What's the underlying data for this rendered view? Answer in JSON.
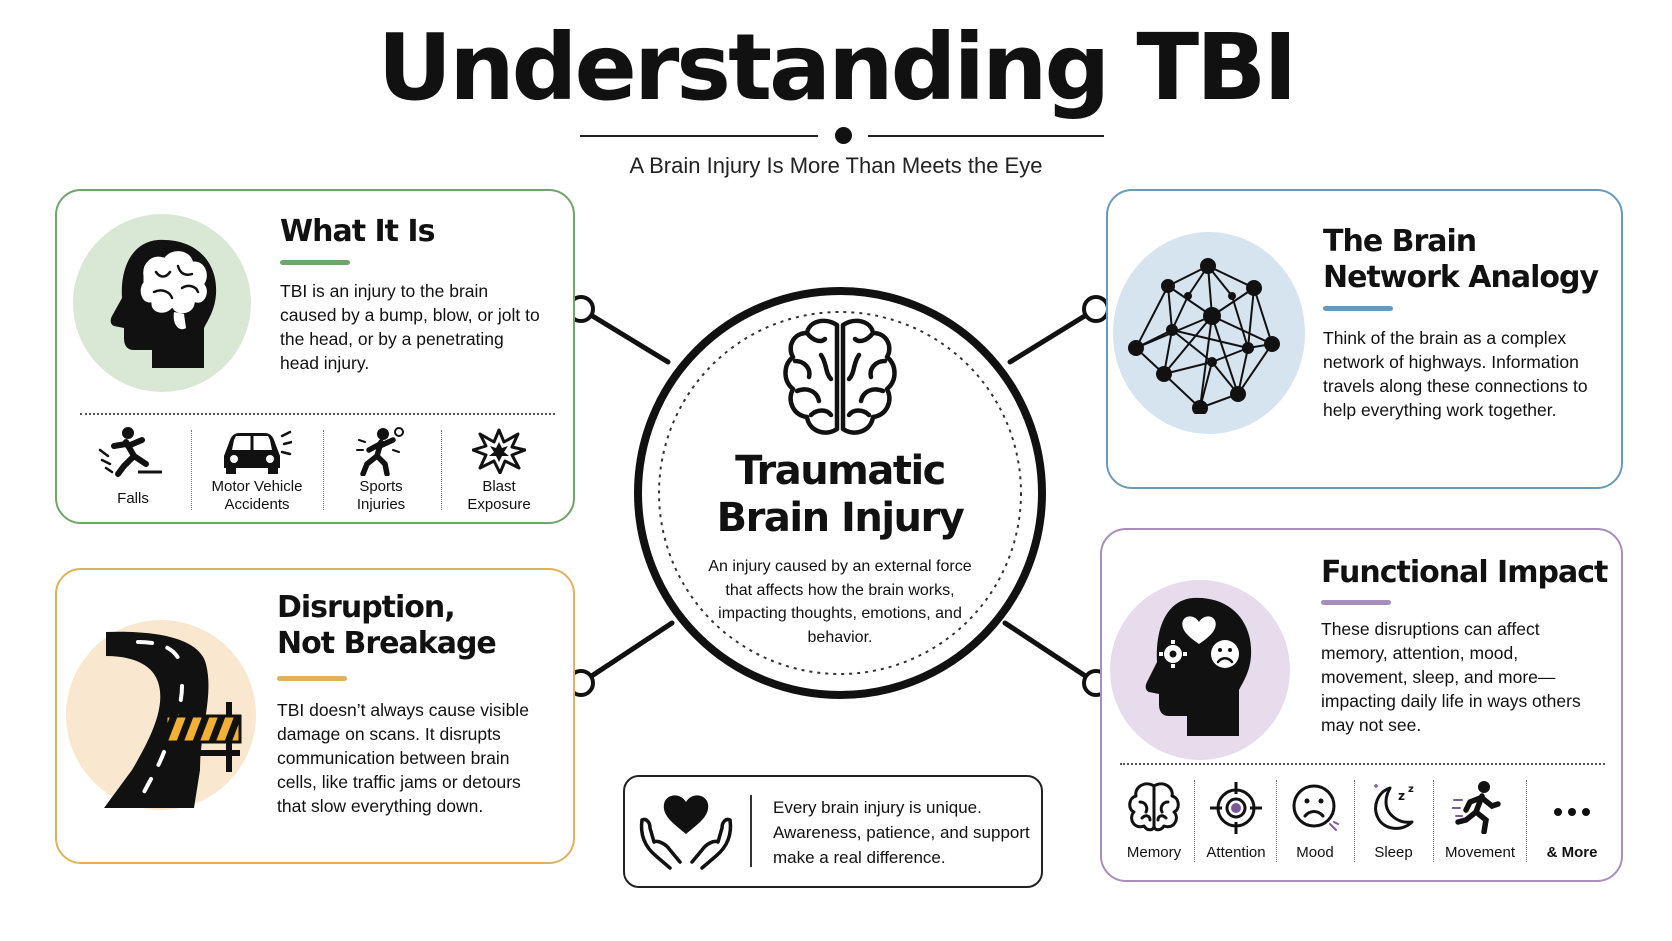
{
  "header": {
    "title": "Understanding TBI",
    "subtitle": "A Brain Injury Is More Than Meets the Eye"
  },
  "center": {
    "title_line1": "Traumatic",
    "title_line2": "Brain Injury",
    "description": "An injury caused by an external force that affects how the brain works, impacting thoughts, emotions, and behavior."
  },
  "what_it_is": {
    "title": "What It Is",
    "body": "TBI is an injury to the brain caused by a bump, blow, or jolt to the head, or by a penetrating head injury.",
    "causes": [
      {
        "line1": "Falls",
        "line2": ""
      },
      {
        "line1": "Motor Vehicle",
        "line2": "Accidents"
      },
      {
        "line1": "Sports",
        "line2": "Injuries"
      },
      {
        "line1": "Blast",
        "line2": "Exposure"
      }
    ]
  },
  "network": {
    "title_line1": "The Brain",
    "title_line2": "Network Analogy",
    "body": "Think of the brain as a complex network of highways. Information travels along these connections to help everything work together."
  },
  "disruption": {
    "title_line1": "Disruption,",
    "title_line2": "Not Breakage",
    "body": "TBI doesn’t always cause visible damage on scans. It disrupts communication between brain cells, like traffic jams or detours that slow everything down."
  },
  "impact": {
    "title": "Functional Impact",
    "body": "These disruptions can affect memory, attention, mood, movement, sleep, and more—impacting daily life in ways others may not see.",
    "areas": [
      "Memory",
      "Attention",
      "Mood",
      "Sleep",
      "Movement",
      "& More"
    ]
  },
  "message": {
    "text": "Every brain injury is unique. Awareness, patience, and support make a real difference."
  },
  "colors": {
    "green": "#6fa56a",
    "green_fill": "#d9e8d4",
    "blue": "#6b9ab8",
    "blue_fill": "#d6e4f0",
    "orange": "#e0b25c",
    "orange_fill": "#f9e8cf",
    "purple": "#a88fbb",
    "purple_fill": "#e6dcec",
    "ink": "#111111"
  }
}
